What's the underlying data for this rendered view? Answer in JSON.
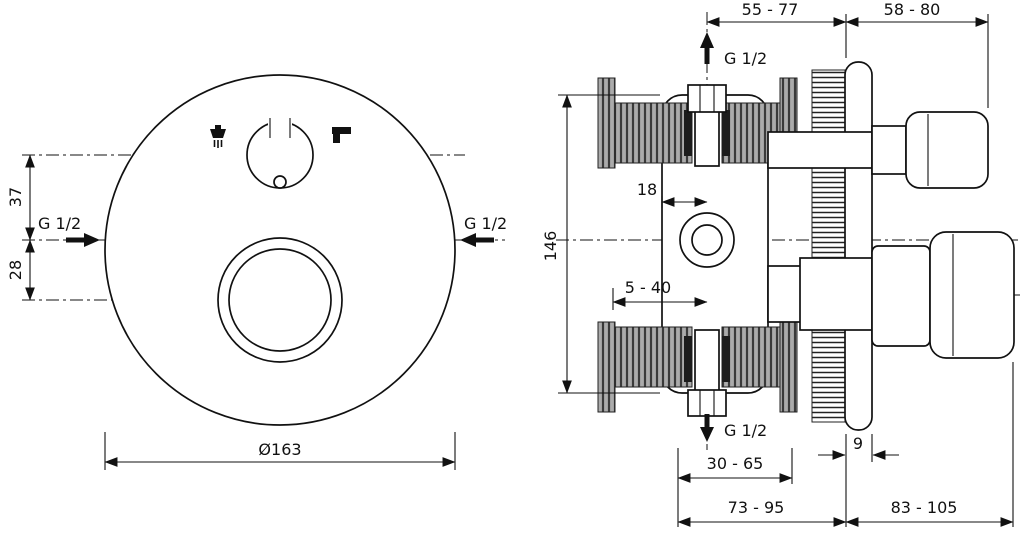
{
  "drawing": {
    "type": "technical-installation-diagram",
    "subject": "concealed thermostatic mixer valve, front and side section views",
    "line_color": "#111111",
    "hatch_color": "#ababab",
    "front_view": {
      "diameter_label": "Ø163",
      "dim_upper": "37",
      "dim_lower": "28",
      "port_left_label": "G 1/2",
      "port_right_label": "G 1/2"
    },
    "side_view": {
      "dim_depth_valve": "55 - 77",
      "dim_depth_handle": "58 - 80",
      "port_top_label": "G 1/2",
      "port_bottom_label": "G 1/2",
      "dim_body_height": "146",
      "dim_offset": "18",
      "dim_wall_range": "5 - 40",
      "dim_outlet_range": "30 - 65",
      "dim_flange_thickness": "9",
      "dim_total_left": "73 - 95",
      "dim_total_right": "83 - 105"
    }
  }
}
